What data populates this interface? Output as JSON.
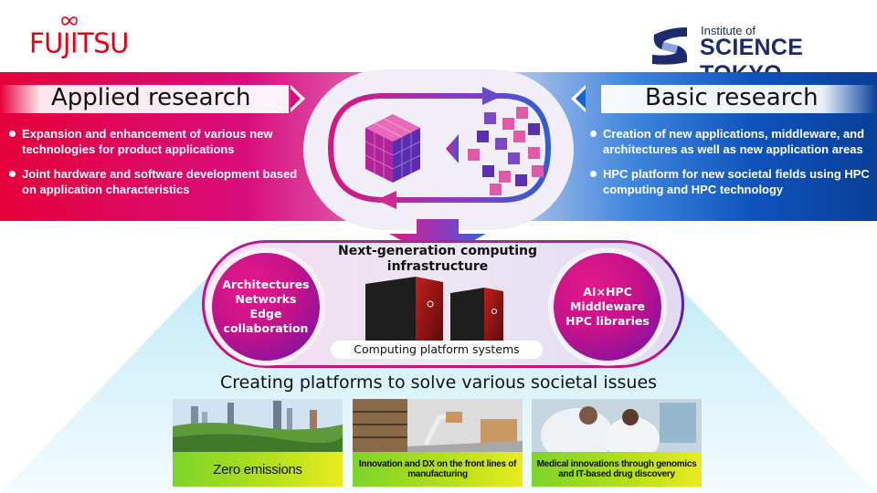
{
  "logos": {
    "left": {
      "name": "FUJITSU",
      "color": "#e60012"
    },
    "right": {
      "line1": "Institute of",
      "line2": "SCIENCE TOKYO",
      "color": "#1d2a6d"
    }
  },
  "applied": {
    "title": "Applied research",
    "bullets": [
      "Expansion and enhancement of various new technologies for product applications",
      "Joint hardware and software development based on application characteristics"
    ]
  },
  "basic": {
    "title": "Basic research",
    "bullets": [
      "Creation of new applications, middleware, and architectures as well as new application areas",
      "HPC platform for new societal fields using HPC computing and HPC technology"
    ]
  },
  "infrastructure": {
    "title_line1": "Next-generation computing",
    "title_line2": "infrastructure",
    "left_circle": [
      "Architectures",
      "Networks",
      "Edge",
      "collaboration"
    ],
    "right_circle": [
      "AI×HPC",
      "Middleware",
      "HPC libraries"
    ],
    "platform_label": "Computing platform systems"
  },
  "societal": {
    "title": "Creating platforms to solve various societal issues",
    "cards": [
      {
        "image": "city-park-skyline",
        "caption": "Zero emissions"
      },
      {
        "image": "robotic-warehouse",
        "caption": "Innovation and DX on the front lines of manufacturing"
      },
      {
        "image": "researchers-lab",
        "caption": "Medical innovations through genomics and IT-based drug discovery"
      }
    ]
  },
  "colors": {
    "applied_red": "#e5003a",
    "magenta": "#d80d7c",
    "basic_blue": "#0e53bd",
    "caption_green": "#7cd42a"
  }
}
